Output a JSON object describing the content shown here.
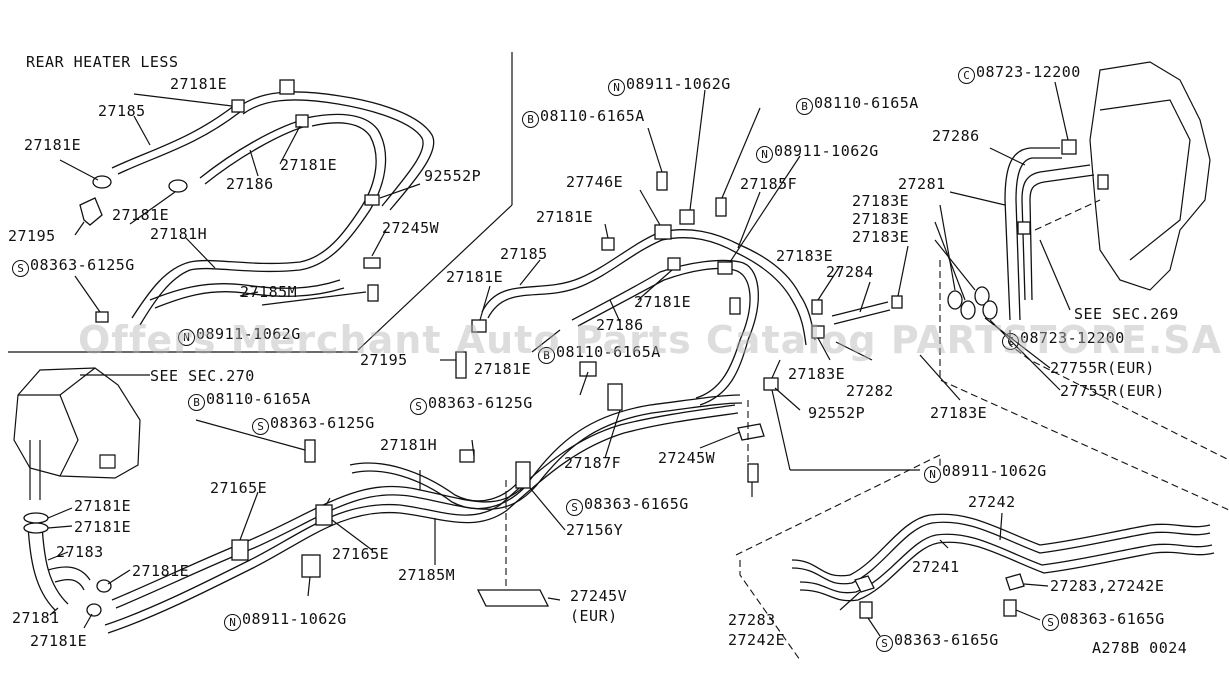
{
  "labels": {
    "rear_heater_less": "REAR HEATER LESS",
    "p27181e_a": "27181E",
    "p27185_a": "27185",
    "p27181e_b": "27181E",
    "p27181e_c": "27181E",
    "p27186_a": "27186",
    "p92552p_a": "92552P",
    "p27181e_d": "27181E",
    "p27195_a": "27195",
    "p27181h_a": "27181H",
    "p27245w_a": "27245W",
    "s08363_6125g_a": "08363-6125G",
    "p27185m_a": "27185M",
    "n08911_1062g_a": "08911-1062G",
    "b08110_6165a_a": "08110-6165A",
    "b08110_6165a_b": "08110-6165A",
    "n08911_1062g_b": "08911-1062G",
    "c08723_12200_a": "08723-12200",
    "p27286": "27286",
    "p27281": "27281",
    "p27746e": "27746E",
    "p27185f": "27185F",
    "p27183e_a": "27183E",
    "p27183e_b": "27183E",
    "p27183e_c": "27183E",
    "p27181e_e": "27181E",
    "p27185_b": "27185",
    "p27183e_d": "27183E",
    "p27284": "27284",
    "p27181e_f": "27181E",
    "p27181e_g": "27181E",
    "p27186_b": "27186",
    "see_sec_269": "SEE SEC.269",
    "c_partial": "08723-12200",
    "p27195_b": "27195",
    "p27181e_h": "27181E",
    "b08110_6165a_c": "08110-6165A",
    "p27183e_e": "27183E",
    "p27282": "27282",
    "p27755r_a": "27755R(EUR)",
    "p27755r_b": "27755R(EUR)",
    "see_sec_270": "SEE SEC.270",
    "b08110_6165a_d": "08110-6165A",
    "s08363_6125g_b": "08363-6125G",
    "s08363_6125g_c": "08363-6125G",
    "p92552p_b": "92552P",
    "p27183e_f": "27183E",
    "p27181h_b": "27181H",
    "p27187f": "27187F",
    "p27245w_b": "27245W",
    "n08911_1062g_c": "08911-1062G",
    "p27165e_a": "27165E",
    "s08363_6165g_a": "08363-6165G",
    "p27242_a": "27242",
    "p27181e_i": "27181E",
    "p27181e_j": "27181E",
    "p27156y": "27156Y",
    "p27183": "27183",
    "p27165e_b": "27165E",
    "p27181e_k": "27181E",
    "p27185m_b": "27185M",
    "p27241": "27241",
    "p27245v": "27245V",
    "eur": "(EUR)",
    "p27283_27242e": "27283,27242E",
    "p27181": "27181",
    "p27181e_l": "27181E",
    "n08911_1062g_d": "08911-1062G",
    "p27283": "27283",
    "s08363_6165g_b": "08363-6165G",
    "p27242e": "27242E",
    "s08363_6165g_c": "08363-6165G",
    "ref_code": "A278B 0024"
  },
  "circle_letters": {
    "n": "N",
    "b": "B",
    "s": "S",
    "c": "C"
  },
  "watermark": "Offers Merchant Auto Parts Catalog PARTSTORE.SA"
}
